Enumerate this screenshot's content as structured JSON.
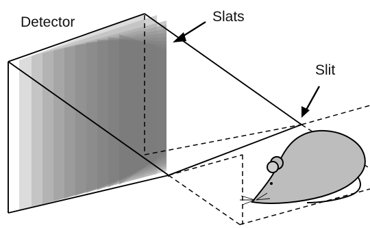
{
  "labels": {
    "detector": "Detector",
    "slats": "Slats",
    "slit": "Slit"
  },
  "colors": {
    "slat_dark": "#6f6f6f",
    "slat_light": "#d4d4d4",
    "mouse_fill": "#bdbdbd",
    "line": "#000000"
  }
}
